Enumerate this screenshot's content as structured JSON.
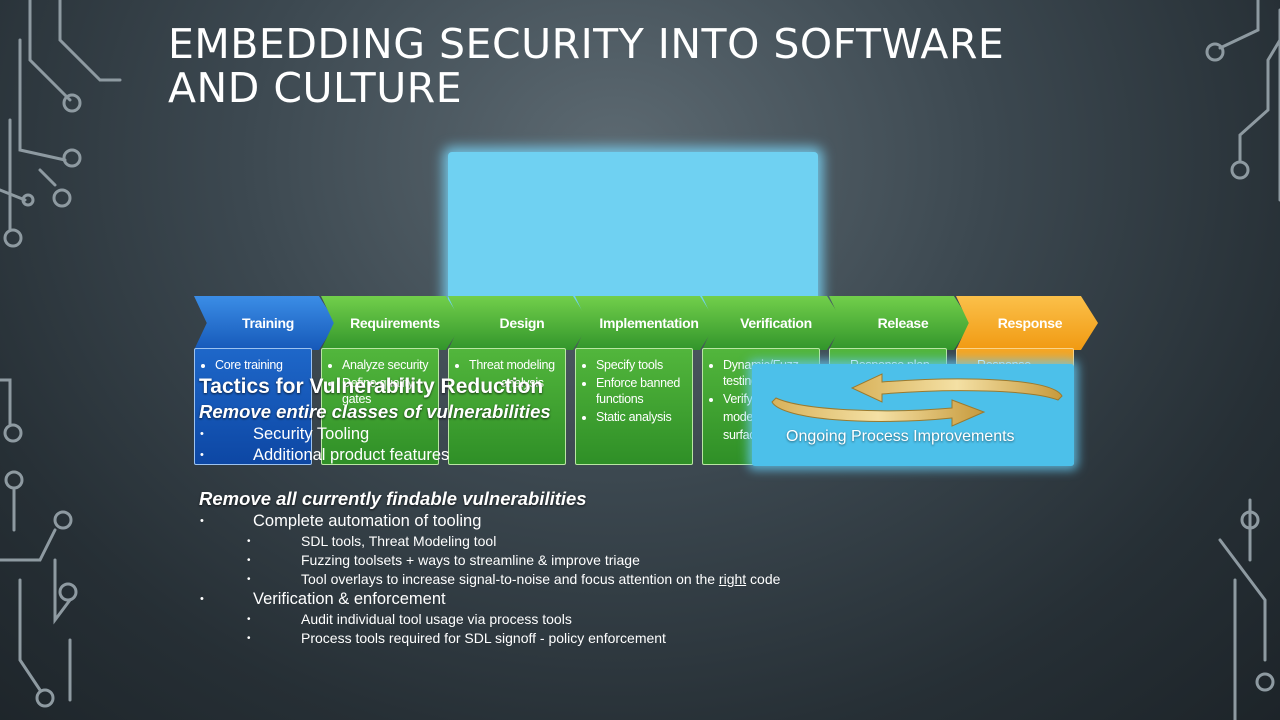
{
  "slide": {
    "title": "Embedding security into software and culture"
  },
  "sdl": {
    "phases": [
      {
        "label": "Training",
        "items": [
          "Core training"
        ]
      },
      {
        "label": "Requirements",
        "items": [
          "Analyze security",
          "Define quality gates"
        ]
      },
      {
        "label": "Design",
        "items": [
          "Threat modeling",
          "analysis"
        ]
      },
      {
        "label": "Implementation",
        "items": [
          "Specify tools",
          "Enforce banned functions",
          "Static analysis"
        ]
      },
      {
        "label": "Verification",
        "items": [
          "Dynamic/Fuzz testing",
          "Verify",
          "model",
          "surface"
        ]
      },
      {
        "label": "Release",
        "items": [
          "Response plan"
        ]
      },
      {
        "label": "Response",
        "items": [
          "Response"
        ]
      }
    ],
    "improvement_label": "Ongoing Process Improvements"
  },
  "tactics": {
    "heading": "Tactics for Vulnerability Reduction",
    "section1": {
      "title": "Remove entire classes of vulnerabilities",
      "bullets": [
        "Security Tooling",
        "Additional product features"
      ]
    },
    "section2": {
      "title": "Remove all currently findable vulnerabilities",
      "bullet1": {
        "text": "Complete automation of tooling",
        "sub": [
          "SDL tools, Threat Modeling tool",
          "Fuzzing toolsets + ways to streamline & improve triage"
        ],
        "sub3_pre": "Tool overlays to increase signal-to-noise and focus attention on the ",
        "sub3_underlined": "right",
        "sub3_post": " code"
      },
      "bullet2": {
        "text": "Verification & enforcement",
        "sub": [
          "Audit individual tool usage via process tools",
          "Process tools required for SDL signoff - policy enforcement"
        ]
      }
    }
  },
  "colors": {
    "training": "#1e67c9",
    "phase_green": "#3aa32f",
    "response": "#f29b15",
    "highlight": "#6fd1f2"
  }
}
